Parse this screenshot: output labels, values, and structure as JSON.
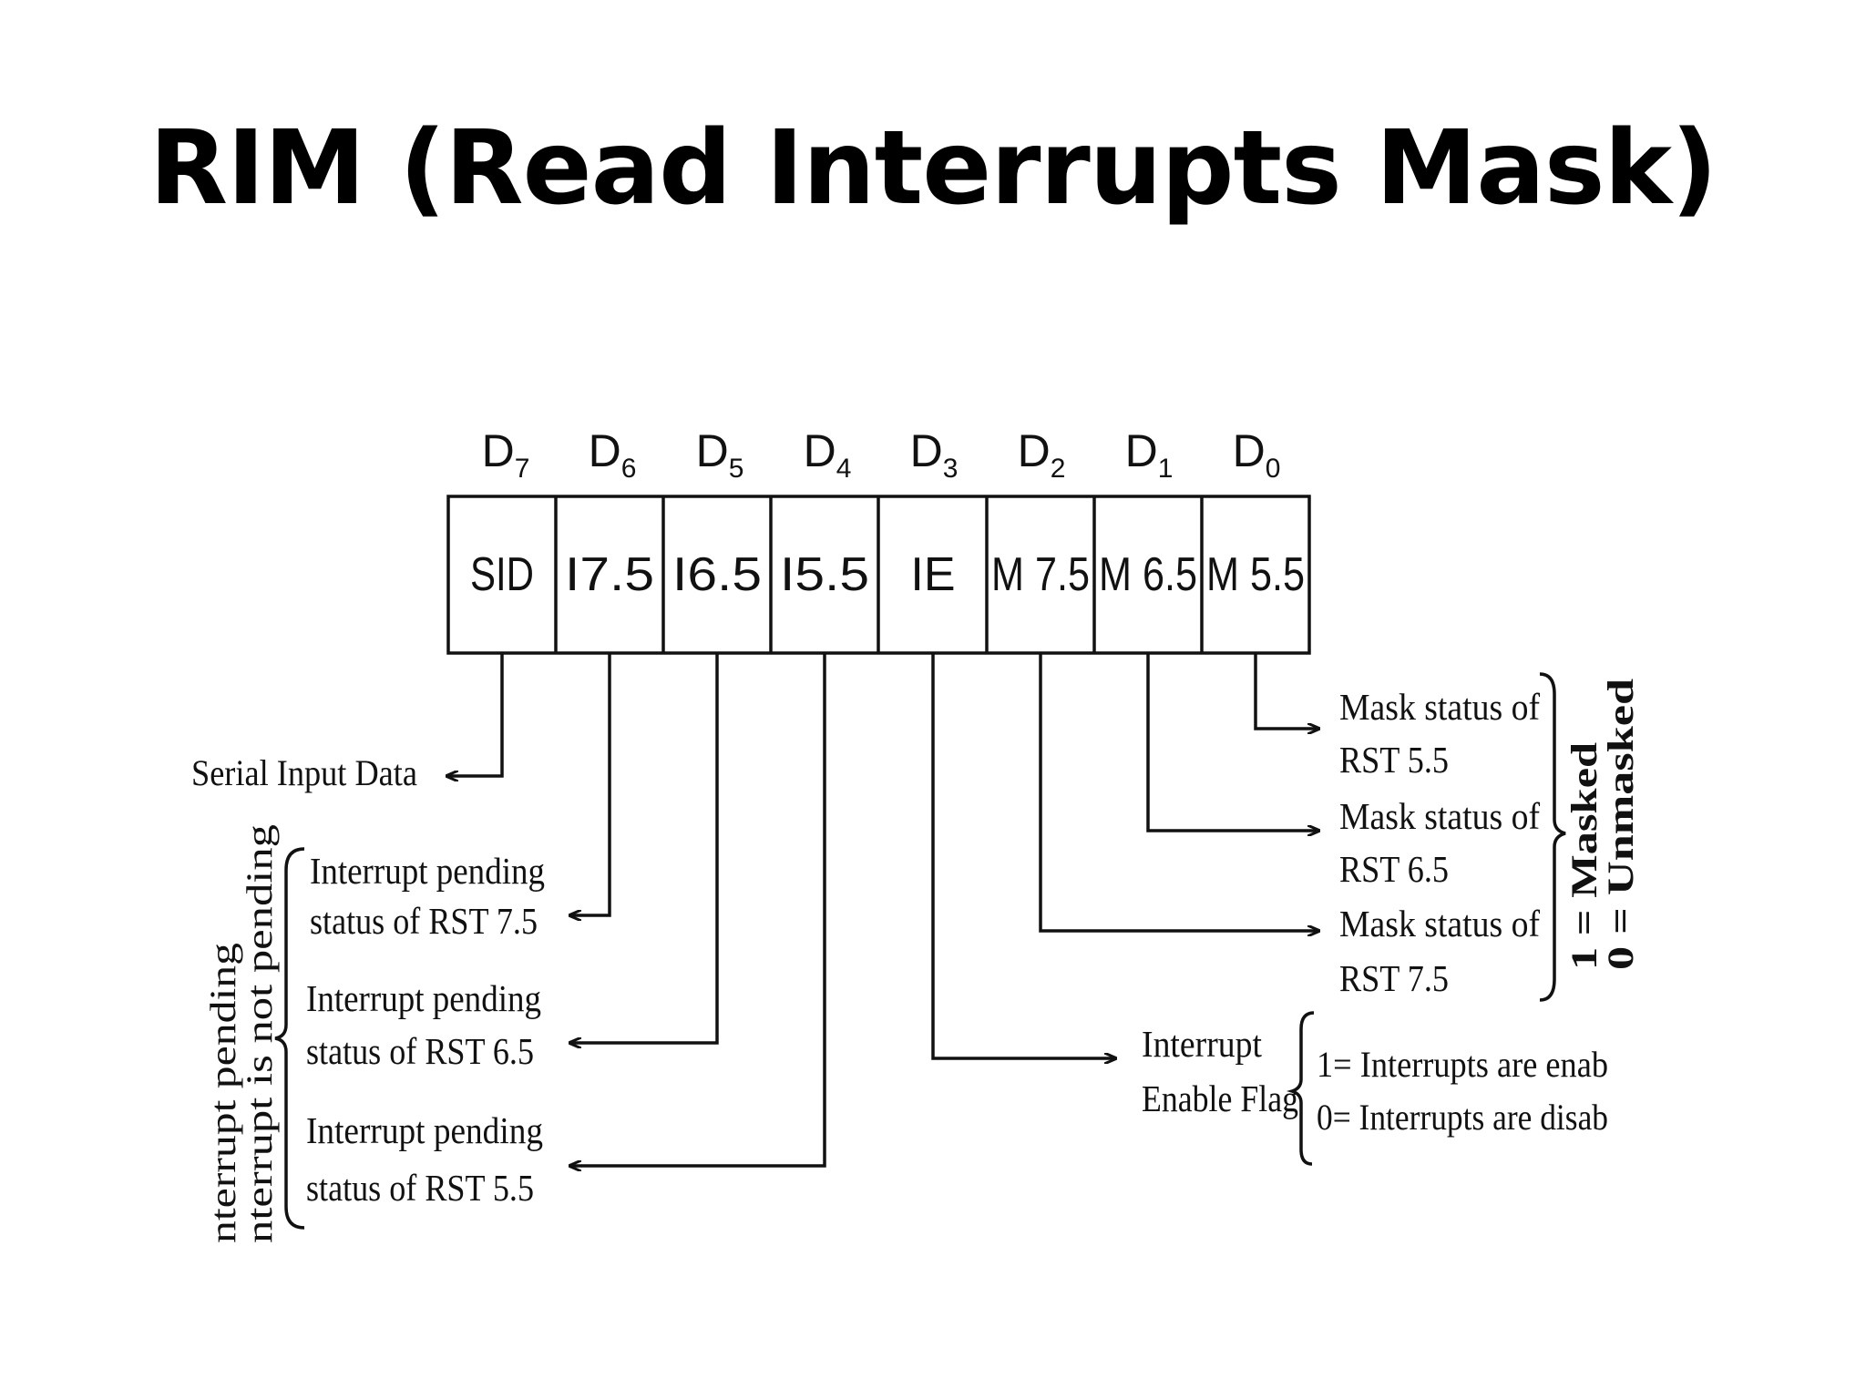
{
  "title": "RIM (Read Interrupts Mask)",
  "bits": [
    {
      "bit": "D",
      "sub": "7",
      "field": "SID"
    },
    {
      "bit": "D",
      "sub": "6",
      "field": "I7.5"
    },
    {
      "bit": "D",
      "sub": "5",
      "field": "I6.5"
    },
    {
      "bit": "D",
      "sub": "4",
      "field": "I5.5"
    },
    {
      "bit": "D",
      "sub": "3",
      "field": "IE"
    },
    {
      "bit": "D",
      "sub": "2",
      "field": "M 7.5"
    },
    {
      "bit": "D",
      "sub": "1",
      "field": "M 6.5"
    },
    {
      "bit": "D",
      "sub": "0",
      "field": "M 5.5"
    }
  ],
  "left": {
    "serial": "Serial Input Data",
    "pending": [
      {
        "line1": "Interrupt pending",
        "line2": "status of RST 7.5"
      },
      {
        "line1": "Interrupt pending",
        "line2": "status of RST 6.5"
      },
      {
        "line1": "Interrupt pending",
        "line2": "status of RST 5.5"
      }
    ],
    "legend1": "nterrupt pending",
    "legend2": "nterrupt is not pending"
  },
  "right": {
    "mask": [
      {
        "line1": "Mask status of",
        "line2": "RST 5.5"
      },
      {
        "line1": "Mask status of",
        "line2": "RST 6.5"
      },
      {
        "line1": "Mask status of",
        "line2": "RST 7.5"
      }
    ],
    "mask_legend1": "1 = Masked",
    "mask_legend2": "0 = Unmasked",
    "ie_line1": "Interrupt",
    "ie_line2": "Enable Flag",
    "ie_legend1": "1= Interrupts are enab",
    "ie_legend2": "0= Interrupts are disab"
  }
}
